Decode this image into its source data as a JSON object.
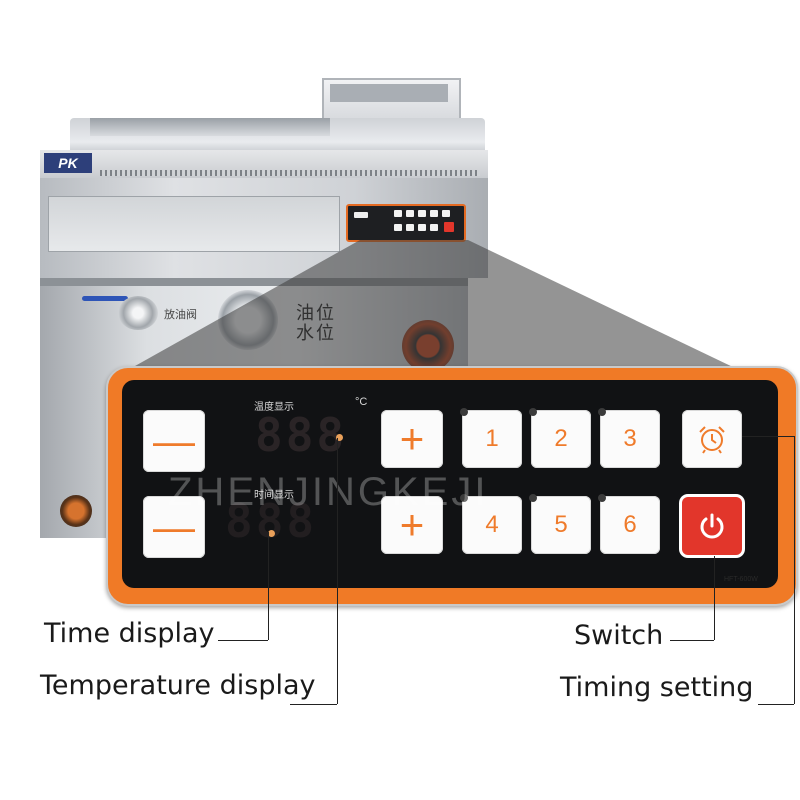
{
  "machine": {
    "brand_logo": "PK",
    "valve_label": "放油阀",
    "oil_level_label": "油位",
    "water_level_label": "水位"
  },
  "panel": {
    "temp_label": "温度显示",
    "temp_unit": "°C",
    "temp_digits": "888",
    "time_label": "时间显示",
    "time_digits": "888",
    "minus_symbol": "—",
    "plus_symbol": "+",
    "presets": [
      "1",
      "2",
      "3",
      "4",
      "5",
      "6"
    ],
    "model_code": "HFT-600W"
  },
  "callouts": {
    "time_display": "Time display",
    "temperature_display": "Temperature display",
    "switch": "Switch",
    "timing_setting": "Timing setting"
  },
  "watermark": "ZHENJINGKEJI",
  "colors": {
    "panel_orange": "#f07a26",
    "button_orange_text": "#ef7b2b",
    "power_red": "#e2362b",
    "panel_black": "#111214"
  }
}
